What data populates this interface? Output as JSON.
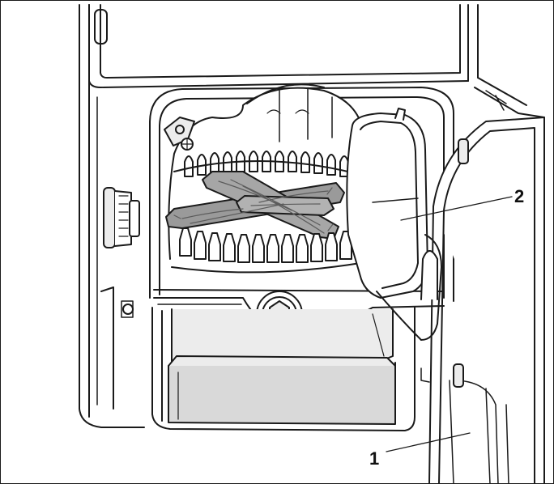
{
  "callouts": [
    {
      "label": "1",
      "target": "fire-door"
    },
    {
      "label": "2",
      "target": "ash-lip-deflector"
    }
  ],
  "colors": {
    "stroke": "#1a1a1a",
    "fill_light": "#ececec",
    "fill_mid": "#d9d9d9",
    "wood": "#9a9a9a",
    "wood_dark": "#5c5c5c",
    "background": "#ffffff"
  }
}
